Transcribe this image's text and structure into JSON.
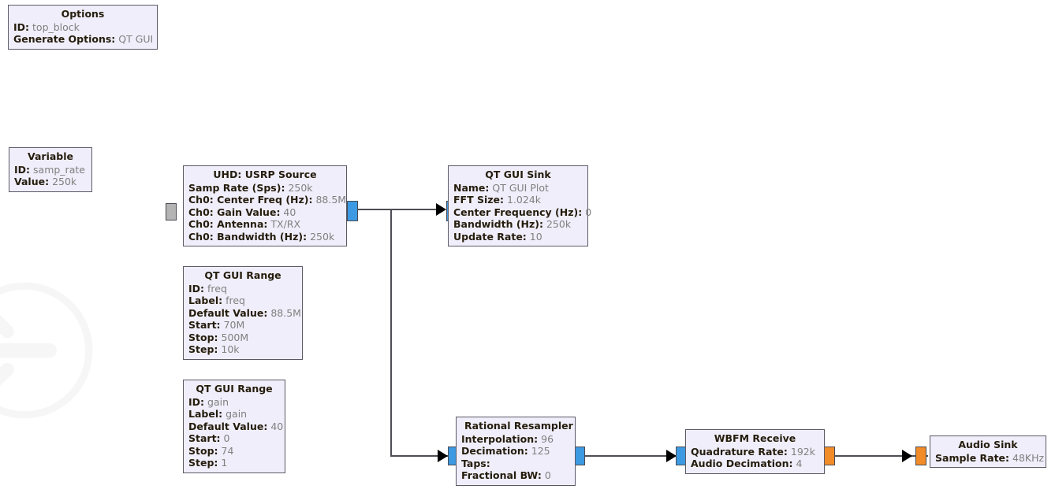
{
  "app": {
    "name": "GNU Radio Companion flowgraph canvas",
    "watermark": "gnuradio-logo-watermark"
  },
  "blocks": {
    "options": {
      "title": "Options",
      "rows": [
        {
          "key": "ID:",
          "val": "top_block"
        },
        {
          "key": "Generate Options:",
          "val": "QT GUI"
        }
      ]
    },
    "variable": {
      "title": "Variable",
      "rows": [
        {
          "key": "ID:",
          "val": "samp_rate"
        },
        {
          "key": "Value:",
          "val": "250k"
        }
      ]
    },
    "usrp_source": {
      "title": "UHD: USRP Source",
      "rows": [
        {
          "key": "Samp Rate (Sps):",
          "val": "250k"
        },
        {
          "key": "Ch0: Center Freq (Hz):",
          "val": "88.5M"
        },
        {
          "key": "Ch0: Gain Value:",
          "val": "40"
        },
        {
          "key": "Ch0: Antenna:",
          "val": "TX/RX"
        },
        {
          "key": "Ch0: Bandwidth (Hz):",
          "val": "250k"
        }
      ]
    },
    "qt_gui_sink": {
      "title": "QT GUI Sink",
      "rows": [
        {
          "key": "Name:",
          "val": "QT GUI Plot"
        },
        {
          "key": "FFT Size:",
          "val": "1.024k"
        },
        {
          "key": "Center Frequency (Hz):",
          "val": "0"
        },
        {
          "key": "Bandwidth (Hz):",
          "val": "250k"
        },
        {
          "key": "Update Rate:",
          "val": "10"
        }
      ]
    },
    "range_freq": {
      "title": "QT GUI Range",
      "rows": [
        {
          "key": "ID:",
          "val": "freq"
        },
        {
          "key": "Label:",
          "val": "freq"
        },
        {
          "key": "Default Value:",
          "val": "88.5M"
        },
        {
          "key": "Start:",
          "val": "70M"
        },
        {
          "key": "Stop:",
          "val": "500M"
        },
        {
          "key": "Step:",
          "val": "10k"
        }
      ]
    },
    "range_gain": {
      "title": "QT GUI Range",
      "rows": [
        {
          "key": "ID:",
          "val": "gain"
        },
        {
          "key": "Label:",
          "val": "gain"
        },
        {
          "key": "Default Value:",
          "val": "40"
        },
        {
          "key": "Start:",
          "val": "0"
        },
        {
          "key": "Stop:",
          "val": "74"
        },
        {
          "key": "Step:",
          "val": "1"
        }
      ]
    },
    "rational_resampler": {
      "title": "Rational Resampler",
      "rows": [
        {
          "key": "Interpolation:",
          "val": "96"
        },
        {
          "key": "Decimation:",
          "val": "125"
        },
        {
          "key": "Taps:",
          "val": ""
        },
        {
          "key": "Fractional BW:",
          "val": "0"
        }
      ]
    },
    "wbfm_receive": {
      "title": "WBFM Receive",
      "rows": [
        {
          "key": "Quadrature Rate:",
          "val": "192k"
        },
        {
          "key": "Audio Decimation:",
          "val": "4"
        }
      ]
    },
    "audio_sink": {
      "title": "Audio Sink",
      "rows": [
        {
          "key": "Sample Rate:",
          "val": "48KHz"
        }
      ]
    }
  },
  "colors": {
    "block_fill": "#f0eefa",
    "block_border": "#5a5a66",
    "complex_port": "#3d9ae2",
    "float_port": "#f28c28",
    "message_port": "#b4b4b4",
    "wire": "#4d4d55",
    "canvas": "#ffffff"
  }
}
